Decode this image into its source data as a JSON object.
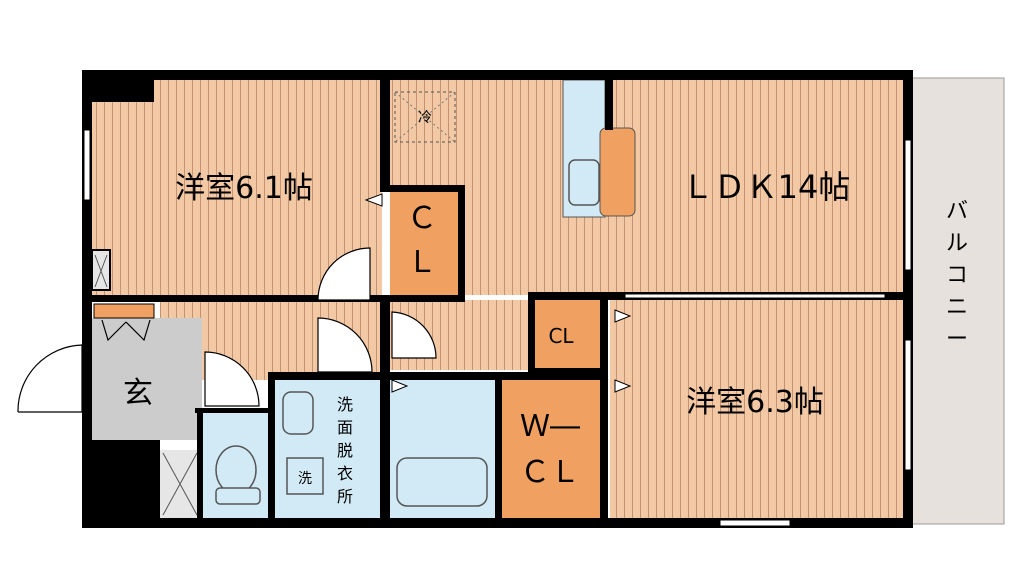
{
  "rooms": {
    "western_room_1": "洋室6.1帖",
    "ldk": "ＬＤＫ14帖",
    "western_room_2": "洋室6.3帖",
    "closet_1": [
      "Ｃ",
      "Ｌ"
    ],
    "closet_2": "CL",
    "walk_in_closet": [
      "Ｗ―",
      "ＣＬ"
    ],
    "entrance": "玄",
    "washroom": [
      "洗",
      "面",
      "脱",
      "衣",
      "所"
    ],
    "balcony": [
      "バ",
      "ル",
      "コ",
      "ニ",
      "ー"
    ]
  },
  "fixtures": {
    "fridge_mark": "冷",
    "washer_mark": "洗"
  },
  "colors": {
    "floor_wood": "#f2c9a4",
    "floor_line": "#c49372",
    "wall": "#000000",
    "closet_fill": "#f0a060",
    "bath_fill": "#d2eaf6",
    "balcony_fill": "#e6e1dc",
    "entrance_fill": "#cccccc",
    "storage_fill": "#e6e6e6"
  }
}
